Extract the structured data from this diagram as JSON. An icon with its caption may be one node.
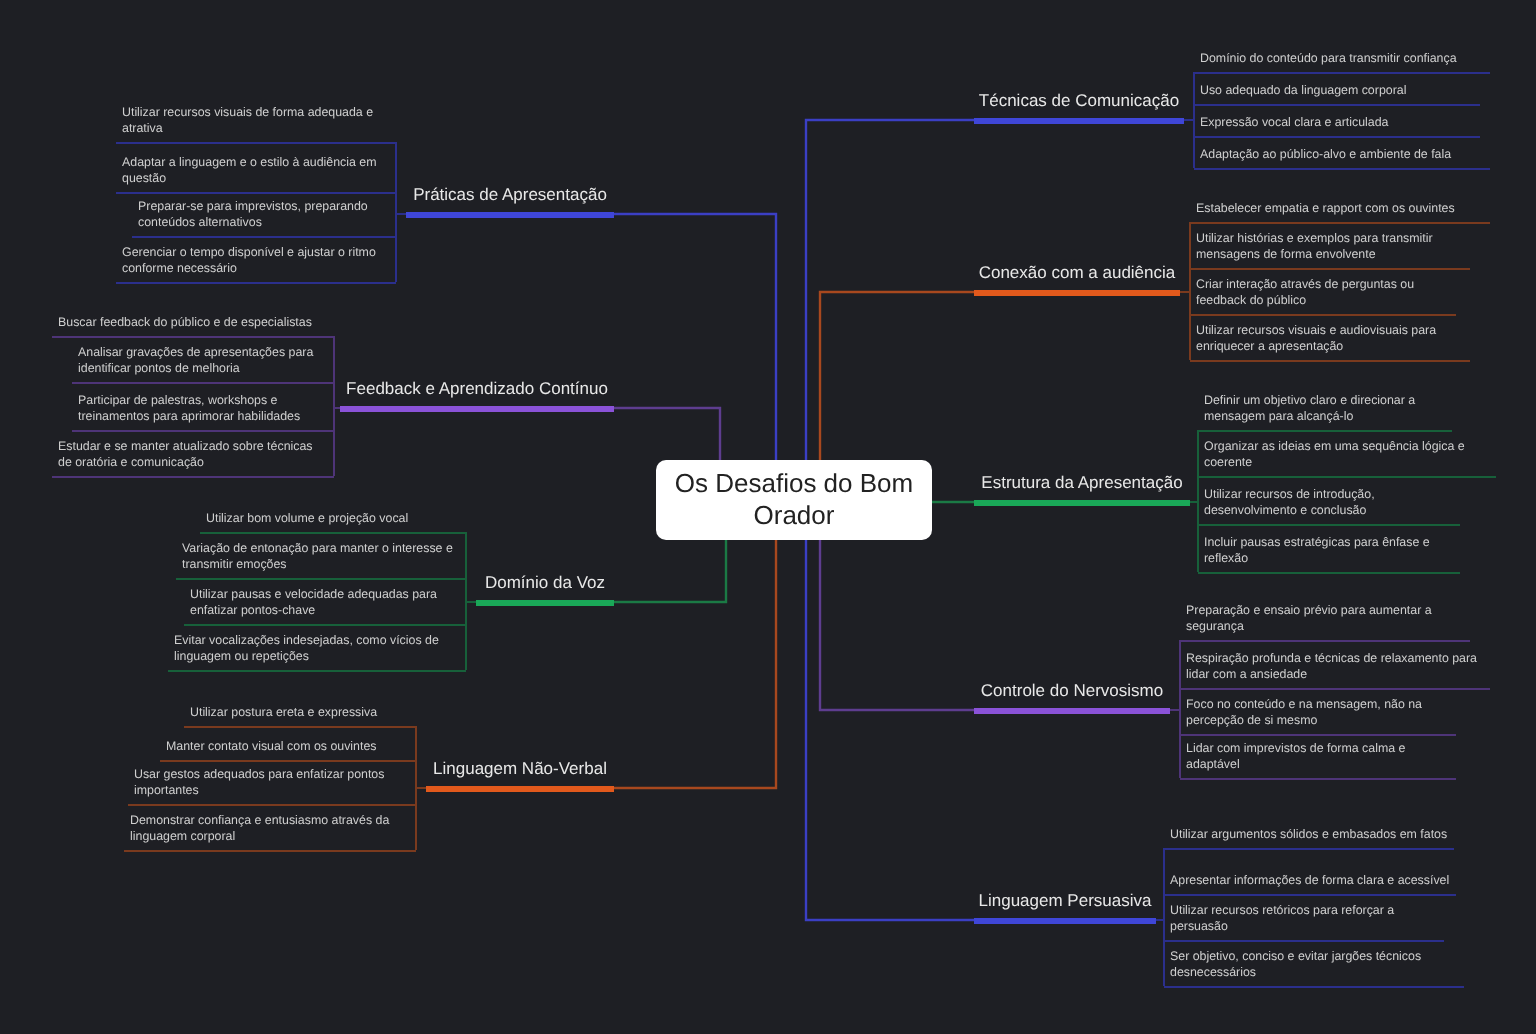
{
  "diagram": {
    "nodes": [
      {
        "text": [
          "Os Desafios do Bom Orador"
        ]
      },
      {
        "text": [
          "Práticas de Apresentação"
        ]
      },
      {
        "text": [
          "Utilizar recursos visuais de forma adequada e atrativa"
        ]
      },
      {
        "text": [
          "Adaptar a linguagem e o estilo à audiência em questão"
        ]
      },
      {
        "text": [
          "Preparar-se para imprevistos, preparando conteúdos alternativos"
        ]
      },
      {
        "text": [
          "Gerenciar o tempo disponível e ajustar o ritmo conforme necessário"
        ]
      },
      {
        "text": [
          "Feedback e Aprendizado Contínuo"
        ]
      },
      {
        "text": [
          "Buscar feedback do público e de especialistas"
        ]
      },
      {
        "text": [
          "Analisar gravações de apresentações para identificar pontos de melhoria"
        ]
      },
      {
        "text": [
          "Participar de palestras, workshops e treinamentos para aprimorar habilidades"
        ]
      },
      {
        "text": [
          "Estudar e se manter atualizado sobre técnicas de oratória e comunicação"
        ]
      },
      {
        "text": [
          "Domínio da Voz"
        ]
      },
      {
        "text": [
          "Utilizar bom volume e projeção vocal"
        ]
      },
      {
        "text": [
          "Variação de entonação para manter o interesse e transmitir emoções"
        ]
      },
      {
        "text": [
          "Utilizar pausas e velocidade adequadas para enfatizar pontos-chave"
        ]
      },
      {
        "text": [
          "Evitar vocalizações indesejadas, como vícios de linguagem ou repetições"
        ]
      },
      {
        "text": [
          "Linguagem Não-Verbal"
        ]
      },
      {
        "text": [
          "Utilizar postura ereta e expressiva"
        ]
      },
      {
        "text": [
          "Manter contato visual com os ouvintes"
        ]
      },
      {
        "text": [
          "Usar gestos adequados para enfatizar pontos importantes"
        ]
      },
      {
        "text": [
          "Demonstrar confiança e entusiasmo através da linguagem corporal"
        ]
      },
      {
        "text": [
          "Técnicas de Comunicação"
        ]
      },
      {
        "text": [
          "Domínio do conteúdo para transmitir confiança"
        ]
      },
      {
        "text": [
          "Uso adequado da linguagem corporal"
        ]
      },
      {
        "text": [
          "Expressão vocal clara e articulada"
        ]
      },
      {
        "text": [
          "Adaptação ao público-alvo e ambiente de fala"
        ]
      },
      {
        "text": [
          "Conexão com a audiência"
        ]
      },
      {
        "text": [
          "Estabelecer empatia e rapport com os ouvintes"
        ]
      },
      {
        "text": [
          "Utilizar histórias e exemplos para transmitir mensagens de forma envolvente"
        ]
      },
      {
        "text": [
          "Criar interação através de perguntas ou feedback do público"
        ]
      },
      {
        "text": [
          "Utilizar recursos visuais e audiovisuais para enriquecer a apresentação"
        ]
      },
      {
        "text": [
          "Estrutura da Apresentação"
        ]
      },
      {
        "text": [
          "Definir um objetivo claro e direcionar a mensagem para alcançá-lo"
        ]
      },
      {
        "text": [
          "Organizar as ideias em uma sequência lógica e coerente"
        ]
      },
      {
        "text": [
          "Utilizar recursos de introdução, desenvolvimento e conclusão"
        ]
      },
      {
        "text": [
          "Incluir pausas estratégicas para ênfase e reflexão"
        ]
      },
      {
        "text": [
          "Controle do Nervosismo"
        ]
      },
      {
        "text": [
          "Preparação e ensaio prévio para aumentar a segurança"
        ]
      },
      {
        "text": [
          "Respiração profunda e técnicas de relaxamento para lidar com a ansiedade"
        ]
      },
      {
        "text": [
          "Foco no conteúdo e na mensagem, não na percepção de si mesmo"
        ]
      },
      {
        "text": [
          "Lidar com imprevistos de forma calma e adaptável"
        ]
      },
      {
        "text": [
          "Linguagem Persuasiva"
        ]
      },
      {
        "text": [
          "Utilizar argumentos sólidos e embasados em fatos"
        ]
      },
      {
        "text": [
          "Apresentar informações de forma clara e acessível"
        ]
      },
      {
        "text": [
          "Utilizar recursos retóricos para reforçar a persuasão"
        ]
      },
      {
        "text": [
          "Ser objetivo, conciso e evitar jargões técnicos desnecessários"
        ]
      }
    ],
    "edges": [
      {
        "from": 0,
        "to": 1,
        "arrow": "none",
        "color": "#3b3fc4"
      },
      {
        "from": 1,
        "to": 2,
        "arrow": "none",
        "color": "#2b2f8c"
      },
      {
        "from": 1,
        "to": 3,
        "arrow": "none",
        "color": "#2b2f8c"
      },
      {
        "from": 1,
        "to": 4,
        "arrow": "none",
        "color": "#2b2f8c"
      },
      {
        "from": 1,
        "to": 5,
        "arrow": "none",
        "color": "#2b2f8c"
      },
      {
        "from": 0,
        "to": 6,
        "arrow": "none",
        "color": "#5e3d8f"
      },
      {
        "from": 6,
        "to": 7,
        "arrow": "none",
        "color": "#4e3478"
      },
      {
        "from": 6,
        "to": 8,
        "arrow": "none",
        "color": "#4e3478"
      },
      {
        "from": 6,
        "to": 9,
        "arrow": "none",
        "color": "#4e3478"
      },
      {
        "from": 6,
        "to": 10,
        "arrow": "none",
        "color": "#4e3478"
      },
      {
        "from": 0,
        "to": 11,
        "arrow": "none",
        "color": "#1b7a45"
      },
      {
        "from": 11,
        "to": 12,
        "arrow": "none",
        "color": "#17603a"
      },
      {
        "from": 11,
        "to": 13,
        "arrow": "none",
        "color": "#17603a"
      },
      {
        "from": 11,
        "to": 14,
        "arrow": "none",
        "color": "#17603a"
      },
      {
        "from": 11,
        "to": 15,
        "arrow": "none",
        "color": "#17603a"
      },
      {
        "from": 0,
        "to": 16,
        "arrow": "none",
        "color": "#a8481e"
      },
      {
        "from": 16,
        "to": 17,
        "arrow": "none",
        "color": "#7a3a1e"
      },
      {
        "from": 16,
        "to": 18,
        "arrow": "none",
        "color": "#7a3a1e"
      },
      {
        "from": 16,
        "to": 19,
        "arrow": "none",
        "color": "#7a3a1e"
      },
      {
        "from": 16,
        "to": 20,
        "arrow": "none",
        "color": "#7a3a1e"
      },
      {
        "from": 0,
        "to": 21,
        "arrow": "none",
        "color": "#3b3fc4"
      },
      {
        "from": 21,
        "to": 22,
        "arrow": "none",
        "color": "#2b2f8c"
      },
      {
        "from": 21,
        "to": 23,
        "arrow": "none",
        "color": "#2b2f8c"
      },
      {
        "from": 21,
        "to": 24,
        "arrow": "none",
        "color": "#2b2f8c"
      },
      {
        "from": 21,
        "to": 25,
        "arrow": "none",
        "color": "#2b2f8c"
      },
      {
        "from": 0,
        "to": 26,
        "arrow": "none",
        "color": "#a8481e"
      },
      {
        "from": 26,
        "to": 27,
        "arrow": "none",
        "color": "#7a3a1e"
      },
      {
        "from": 26,
        "to": 28,
        "arrow": "none",
        "color": "#7a3a1e"
      },
      {
        "from": 26,
        "to": 29,
        "arrow": "none",
        "color": "#7a3a1e"
      },
      {
        "from": 26,
        "to": 30,
        "arrow": "none",
        "color": "#7a3a1e"
      },
      {
        "from": 0,
        "to": 31,
        "arrow": "none",
        "color": "#1b7a45"
      },
      {
        "from": 31,
        "to": 32,
        "arrow": "none",
        "color": "#17603a"
      },
      {
        "from": 31,
        "to": 33,
        "arrow": "none",
        "color": "#17603a"
      },
      {
        "from": 31,
        "to": 34,
        "arrow": "none",
        "color": "#17603a"
      },
      {
        "from": 31,
        "to": 35,
        "arrow": "none",
        "color": "#17603a"
      },
      {
        "from": 0,
        "to": 36,
        "arrow": "none",
        "color": "#5e3d8f"
      },
      {
        "from": 36,
        "to": 37,
        "arrow": "none",
        "color": "#4e3478"
      },
      {
        "from": 36,
        "to": 38,
        "arrow": "none",
        "color": "#4e3478"
      },
      {
        "from": 36,
        "to": 39,
        "arrow": "none",
        "color": "#4e3478"
      },
      {
        "from": 36,
        "to": 40,
        "arrow": "none",
        "color": "#4e3478"
      },
      {
        "from": 0,
        "to": 41,
        "arrow": "none",
        "color": "#3b3fc4"
      },
      {
        "from": 41,
        "to": 42,
        "arrow": "none",
        "color": "#2b2f8c"
      },
      {
        "from": 41,
        "to": 43,
        "arrow": "none",
        "color": "#2b2f8c"
      },
      {
        "from": 41,
        "to": 44,
        "arrow": "none",
        "color": "#2b2f8c"
      },
      {
        "from": 41,
        "to": 45,
        "arrow": "none",
        "color": "#2b2f8c"
      }
    ]
  }
}
